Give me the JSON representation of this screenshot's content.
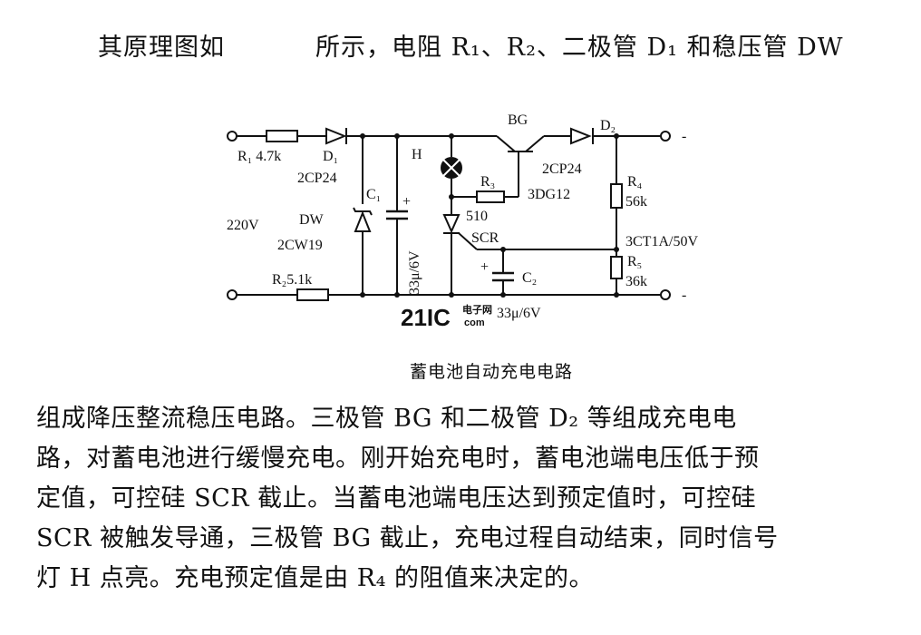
{
  "intro": {
    "left": "其原理图如",
    "right": "所示，电阻 R₁、R₂、二极管 D₁ 和稳压管 DW"
  },
  "circuit": {
    "labels": {
      "r1": "R₁ 4.7k",
      "d1": "D₁",
      "d1_type": "2CP24",
      "c1": "C₁",
      "plus_c1": "+",
      "v220": "220V",
      "dw": "DW",
      "dw_type": "2CW19",
      "r2": "R₂5.1k",
      "h": "H",
      "c1_value": "33μ/6V",
      "r3": "R₃",
      "r3_value": "510",
      "scr": "SCR",
      "plus_c2": "+",
      "c2": "C₂",
      "c2_value": "33μ/6V",
      "bg": "BG",
      "bg_type": "3DG12",
      "d2": "D₂",
      "d2_type": "2CP24",
      "r4": "R₄",
      "r4_value": "56k",
      "scr_type": "3CT1A/50V",
      "r5": "R₅",
      "r5_value": "36k",
      "term_top": "-",
      "term_bot": "-"
    }
  },
  "watermark": {
    "main": "21IC",
    "sub1": "电子网",
    "sub2": "com"
  },
  "caption": "蓄电池自动充电电路",
  "body": [
    "组成降压整流稳压电路。三极管 BG 和二极管 D₂ 等组成充电电",
    "路，对蓄电池进行缓慢充电。刚开始充电时，蓄电池端电压低于预",
    "定值，可控硅 SCR 截止。当蓄电池端电压达到预定值时，可控硅",
    "SCR 被触发导通，三极管 BG 截止，充电过程自动结束，同时信号",
    "灯 H 点亮。充电预定值是由 R₄ 的阻值来决定的。"
  ],
  "colors": {
    "ink": "#111111",
    "watermark": "#d9a0a0"
  }
}
